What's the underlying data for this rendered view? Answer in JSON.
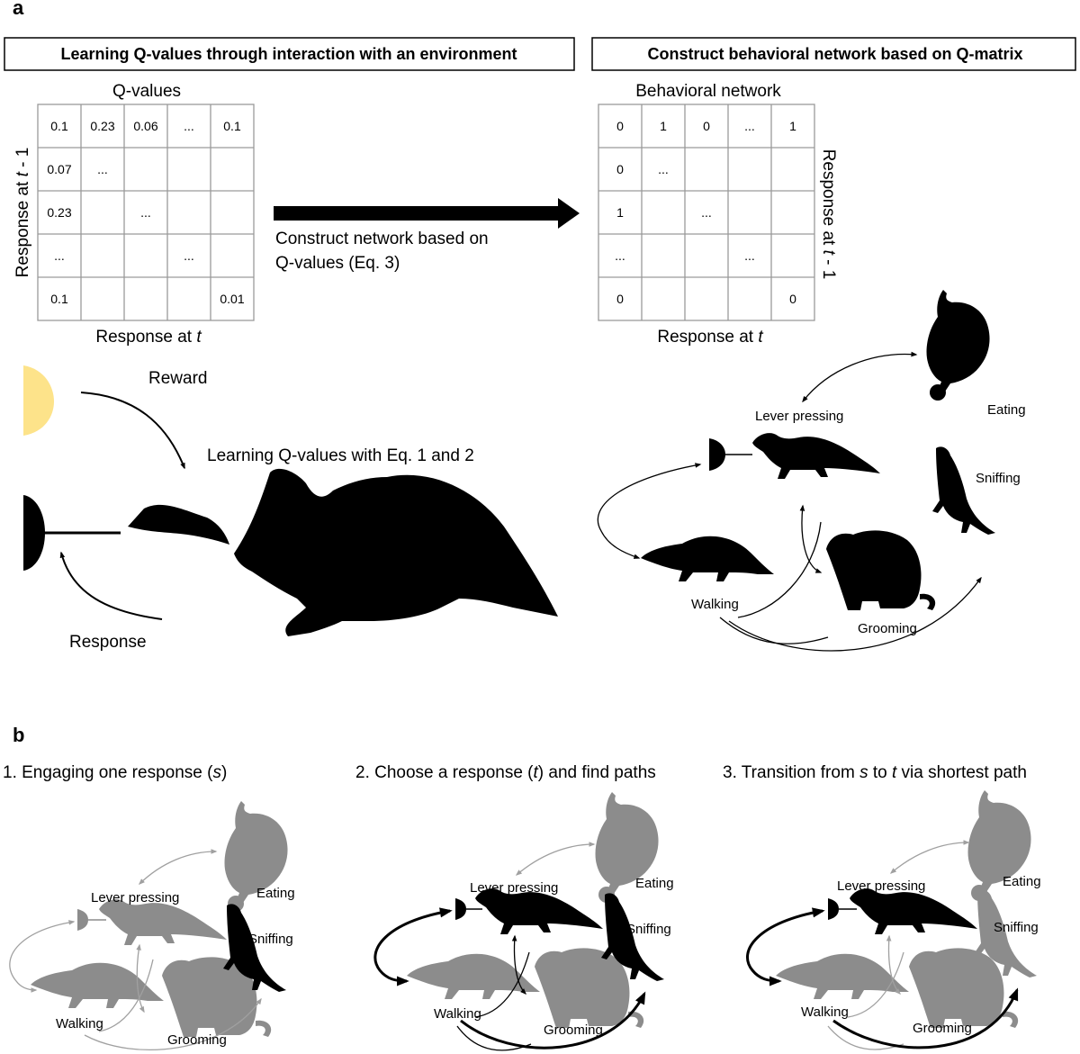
{
  "panel_a": {
    "letter": "a",
    "left_box_title": "Learning Q-values through interaction with an environment",
    "right_box_title": "Construct behavioral network based on Q-matrix",
    "qmatrix": {
      "title": "Q-values",
      "y_label_prefix": "Response at ",
      "y_label_var": "t",
      "y_label_suffix": " - 1",
      "x_label_prefix": "Response at ",
      "x_label_var": "t",
      "cells": [
        [
          "0.1",
          "0.23",
          "0.06",
          "...",
          "0.1"
        ],
        [
          "0.07",
          "...",
          "",
          "",
          ""
        ],
        [
          "0.23",
          "",
          "...",
          "",
          ""
        ],
        [
          "...",
          "",
          "",
          "...",
          ""
        ],
        [
          "0.1",
          "",
          "",
          "",
          "0.01"
        ]
      ]
    },
    "network_matrix": {
      "title": "Behavioral network",
      "y_label_prefix": "Response at ",
      "y_label_var": "t",
      "y_label_suffix": " - 1",
      "x_label_prefix": "Response at ",
      "x_label_var": "t",
      "cells": [
        [
          "0",
          "1",
          "0",
          "...",
          "1"
        ],
        [
          "0",
          "...",
          "",
          "",
          ""
        ],
        [
          "1",
          "",
          "...",
          "",
          ""
        ],
        [
          "...",
          "",
          "",
          "...",
          ""
        ],
        [
          "0",
          "",
          "",
          "",
          "0"
        ]
      ]
    },
    "arrow_caption_line1": "Construct network based on",
    "arrow_caption_line2": "Q-values (Eq. 3)",
    "reward_label": "Reward",
    "learning_label": "Learning Q-values with Eq. 1 and 2",
    "response_label": "Response",
    "behaviors": {
      "lever_pressing": "Lever pressing",
      "eating": "Eating",
      "sniffing": "Sniffing",
      "walking": "Walking",
      "grooming": "Grooming"
    }
  },
  "panel_b": {
    "letter": "b",
    "step1": {
      "text_pre": "1. Engaging one response (",
      "var": "s",
      "text_post": ")"
    },
    "step2": {
      "text_pre": "2. Choose a response (",
      "var": "t",
      "text_post": ") and find paths"
    },
    "step3": {
      "text_a": "3. Transition from ",
      "var_s": "s",
      "text_b": " to ",
      "var_t": "t",
      "text_c": " via shortest path"
    }
  },
  "colors": {
    "black": "#000000",
    "gray": "#8c8c8c",
    "light_gray": "#a0a0a0",
    "pellet": "#fde38a",
    "grid": "#9a9a9a"
  }
}
